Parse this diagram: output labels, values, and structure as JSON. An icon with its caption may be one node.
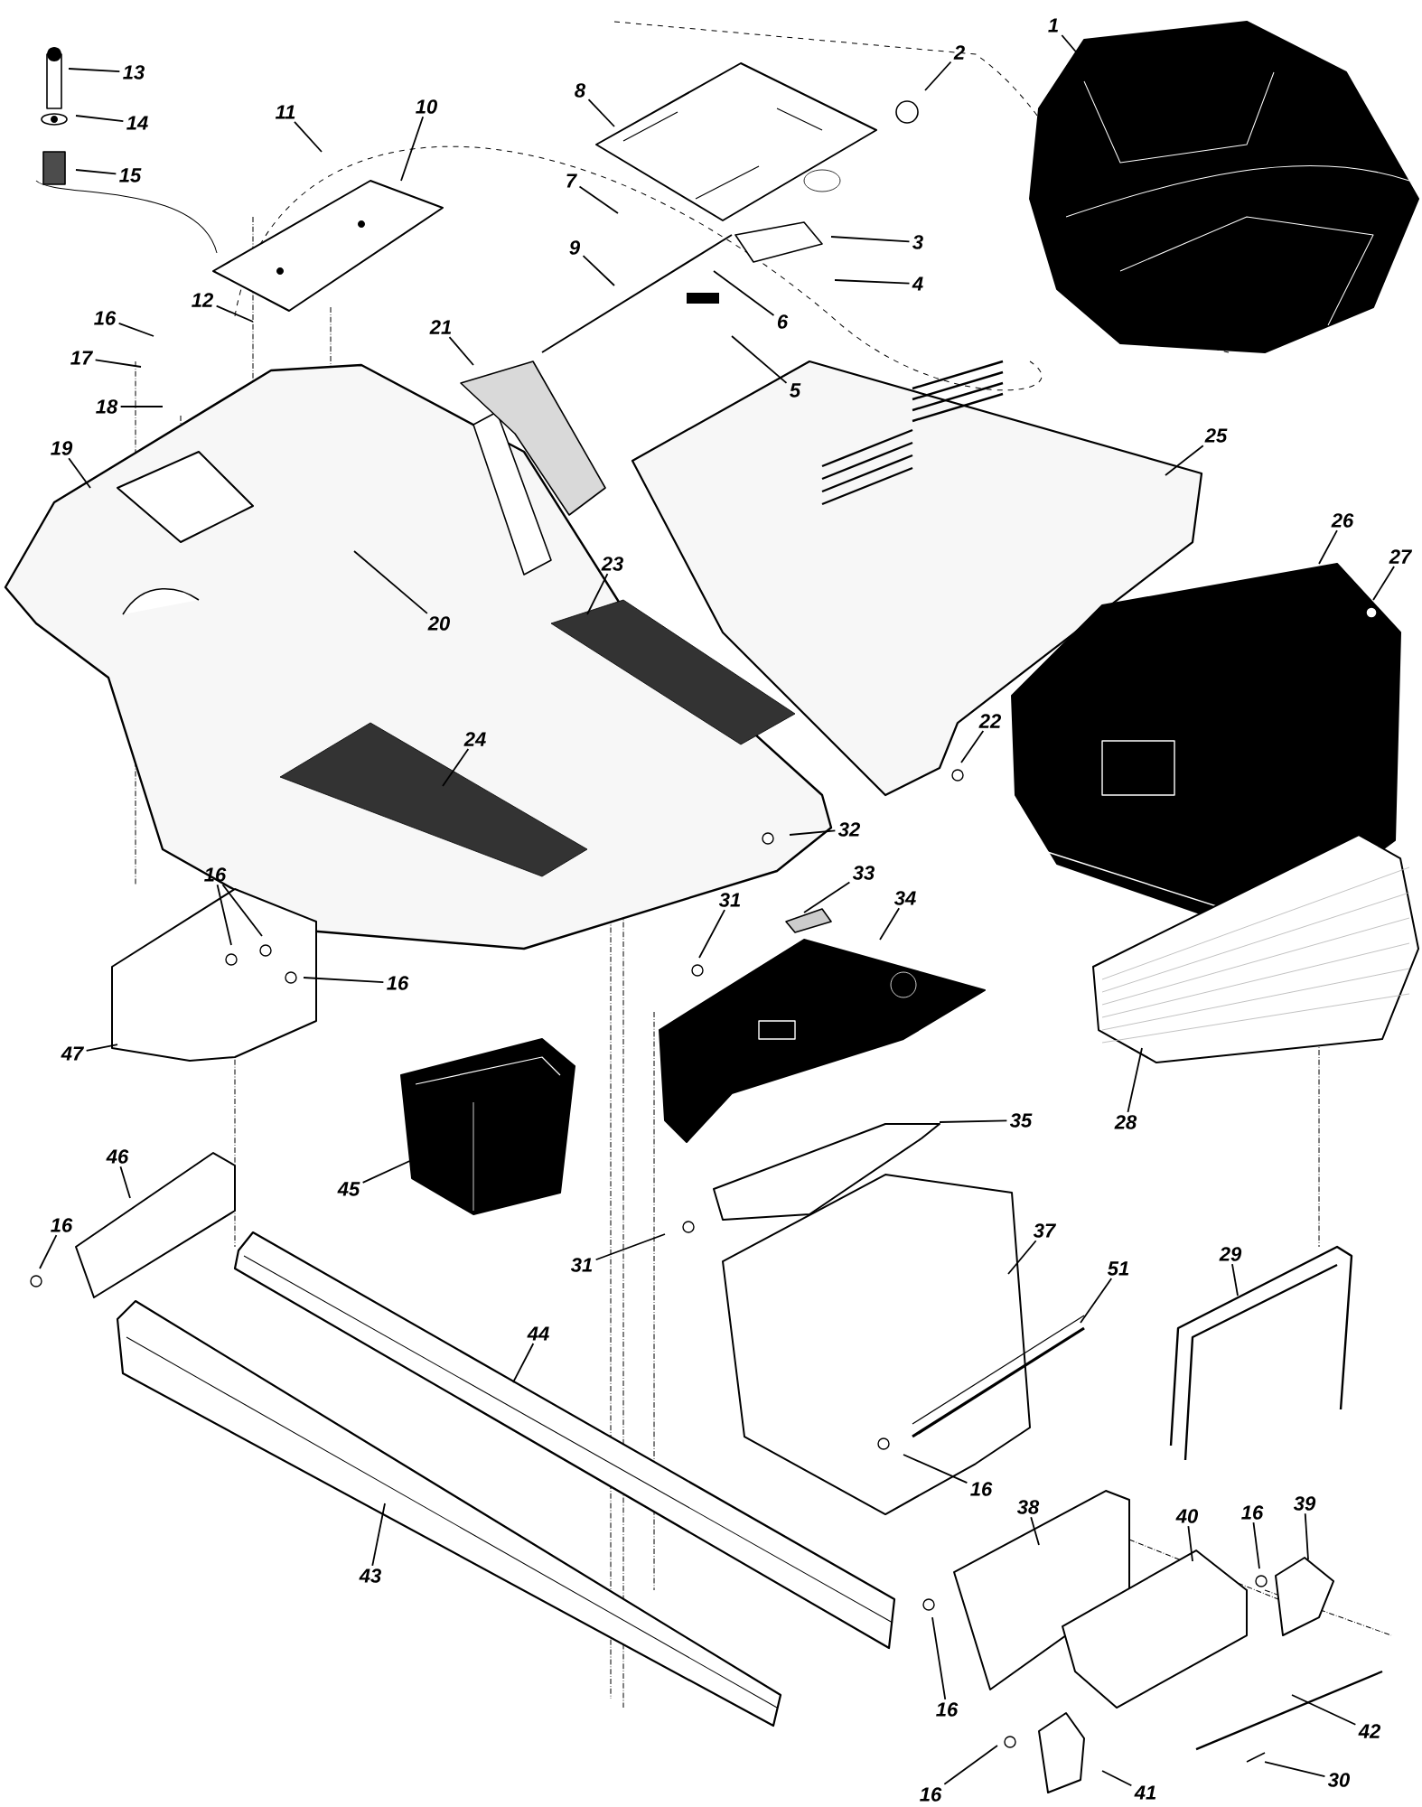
{
  "diagram": {
    "nodes": [
      {
        "text": [
          "1"
        ]
      },
      {
        "text": [
          "2"
        ]
      },
      {
        "text": [
          "13"
        ]
      },
      {
        "text": [
          "11"
        ]
      },
      {
        "text": [
          "10"
        ]
      },
      {
        "text": [
          "8"
        ]
      },
      {
        "text": [
          "14"
        ]
      },
      {
        "text": [
          "15"
        ]
      },
      {
        "text": [
          "7"
        ]
      },
      {
        "text": [
          "3"
        ]
      },
      {
        "text": [
          "9"
        ]
      },
      {
        "text": [
          "4"
        ]
      },
      {
        "text": [
          "6"
        ]
      },
      {
        "text": [
          "12"
        ]
      },
      {
        "text": [
          "16"
        ]
      },
      {
        "text": [
          "17"
        ]
      },
      {
        "text": [
          "5"
        ]
      },
      {
        "text": [
          "18"
        ]
      },
      {
        "text": [
          "21"
        ]
      },
      {
        "text": [
          "19"
        ]
      },
      {
        "text": [
          "25"
        ]
      },
      {
        "text": [
          "20"
        ]
      },
      {
        "text": [
          "23"
        ]
      },
      {
        "text": [
          "26"
        ]
      },
      {
        "text": [
          "27"
        ]
      },
      {
        "text": [
          "24"
        ]
      },
      {
        "text": [
          "22"
        ]
      },
      {
        "text": [
          "32"
        ]
      },
      {
        "text": [
          "16"
        ]
      },
      {
        "text": [
          "31"
        ]
      },
      {
        "text": [
          "33"
        ]
      },
      {
        "text": [
          "34"
        ]
      },
      {
        "text": [
          "16"
        ]
      },
      {
        "text": [
          "47"
        ]
      },
      {
        "text": [
          "28"
        ]
      },
      {
        "text": [
          "35"
        ]
      },
      {
        "text": [
          "46"
        ]
      },
      {
        "text": [
          "45"
        ]
      },
      {
        "text": [
          "16"
        ]
      },
      {
        "text": [
          "31"
        ]
      },
      {
        "text": [
          "29"
        ]
      },
      {
        "text": [
          "37"
        ]
      },
      {
        "text": [
          "51"
        ]
      },
      {
        "text": [
          "44"
        ]
      },
      {
        "text": [
          "16"
        ]
      },
      {
        "text": [
          "38"
        ]
      },
      {
        "text": [
          "40"
        ]
      },
      {
        "text": [
          "16"
        ]
      },
      {
        "text": [
          "39"
        ]
      },
      {
        "text": [
          "43"
        ]
      },
      {
        "text": [
          "16"
        ]
      },
      {
        "text": [
          "42"
        ]
      },
      {
        "text": [
          "30"
        ]
      },
      {
        "text": [
          "16"
        ]
      },
      {
        "text": [
          "41"
        ]
      }
    ],
    "edges": [
      {
        "from": 0,
        "to": null,
        "arrow": "none"
      },
      {
        "from": 1,
        "to": null,
        "arrow": "none"
      },
      {
        "from": 2,
        "to": null,
        "arrow": "none"
      },
      {
        "from": 3,
        "to": null,
        "arrow": "none"
      },
      {
        "from": 4,
        "to": null,
        "arrow": "none"
      },
      {
        "from": 5,
        "to": null,
        "arrow": "none"
      },
      {
        "from": 6,
        "to": null,
        "arrow": "none"
      },
      {
        "from": 7,
        "to": null,
        "arrow": "none"
      },
      {
        "from": 8,
        "to": null,
        "arrow": "none"
      },
      {
        "from": 9,
        "to": null,
        "arrow": "none"
      },
      {
        "from": 10,
        "to": null,
        "arrow": "none"
      },
      {
        "from": 11,
        "to": null,
        "arrow": "none"
      },
      {
        "from": 12,
        "to": null,
        "arrow": "none"
      },
      {
        "from": 13,
        "to": null,
        "arrow": "none"
      },
      {
        "from": 14,
        "to": null,
        "arrow": "none"
      },
      {
        "from": 15,
        "to": null,
        "arrow": "none"
      },
      {
        "from": 16,
        "to": null,
        "arrow": "none"
      },
      {
        "from": 17,
        "to": null,
        "arrow": "none"
      },
      {
        "from": 18,
        "to": null,
        "arrow": "none"
      },
      {
        "from": 19,
        "to": null,
        "arrow": "none"
      },
      {
        "from": 20,
        "to": null,
        "arrow": "none"
      },
      {
        "from": 21,
        "to": null,
        "arrow": "none"
      },
      {
        "from": 22,
        "to": null,
        "arrow": "none"
      },
      {
        "from": 23,
        "to": null,
        "arrow": "none"
      },
      {
        "from": 24,
        "to": null,
        "arrow": "none"
      },
      {
        "from": 25,
        "to": null,
        "arrow": "none"
      },
      {
        "from": 26,
        "to": null,
        "arrow": "none"
      },
      {
        "from": 27,
        "to": null,
        "arrow": "none"
      },
      {
        "from": 28,
        "to": null,
        "arrow": "none"
      },
      {
        "from": 28,
        "to": null,
        "arrow": "none"
      },
      {
        "from": 29,
        "to": null,
        "arrow": "none"
      },
      {
        "from": 30,
        "to": null,
        "arrow": "none"
      },
      {
        "from": 31,
        "to": null,
        "arrow": "none"
      },
      {
        "from": 32,
        "to": null,
        "arrow": "none"
      },
      {
        "from": 33,
        "to": null,
        "arrow": "none"
      },
      {
        "from": 34,
        "to": null,
        "arrow": "none"
      },
      {
        "from": 35,
        "to": null,
        "arrow": "none"
      },
      {
        "from": 36,
        "to": null,
        "arrow": "none"
      },
      {
        "from": 37,
        "to": null,
        "arrow": "none"
      },
      {
        "from": 38,
        "to": null,
        "arrow": "none"
      },
      {
        "from": 39,
        "to": null,
        "arrow": "none"
      },
      {
        "from": 40,
        "to": null,
        "arrow": "none"
      },
      {
        "from": 41,
        "to": null,
        "arrow": "none"
      },
      {
        "from": 42,
        "to": null,
        "arrow": "none"
      },
      {
        "from": 43,
        "to": null,
        "arrow": "none"
      },
      {
        "from": 44,
        "to": null,
        "arrow": "none"
      },
      {
        "from": 45,
        "to": null,
        "arrow": "none"
      },
      {
        "from": 46,
        "to": null,
        "arrow": "none"
      },
      {
        "from": 47,
        "to": null,
        "arrow": "none"
      },
      {
        "from": 48,
        "to": null,
        "arrow": "none"
      },
      {
        "from": 49,
        "to": null,
        "arrow": "none"
      },
      {
        "from": 50,
        "to": null,
        "arrow": "none"
      },
      {
        "from": 51,
        "to": null,
        "arrow": "none"
      },
      {
        "from": 52,
        "to": null,
        "arrow": "none"
      },
      {
        "from": 53,
        "to": null,
        "arrow": "none"
      },
      {
        "from": 54,
        "to": null,
        "arrow": "none"
      }
    ]
  }
}
